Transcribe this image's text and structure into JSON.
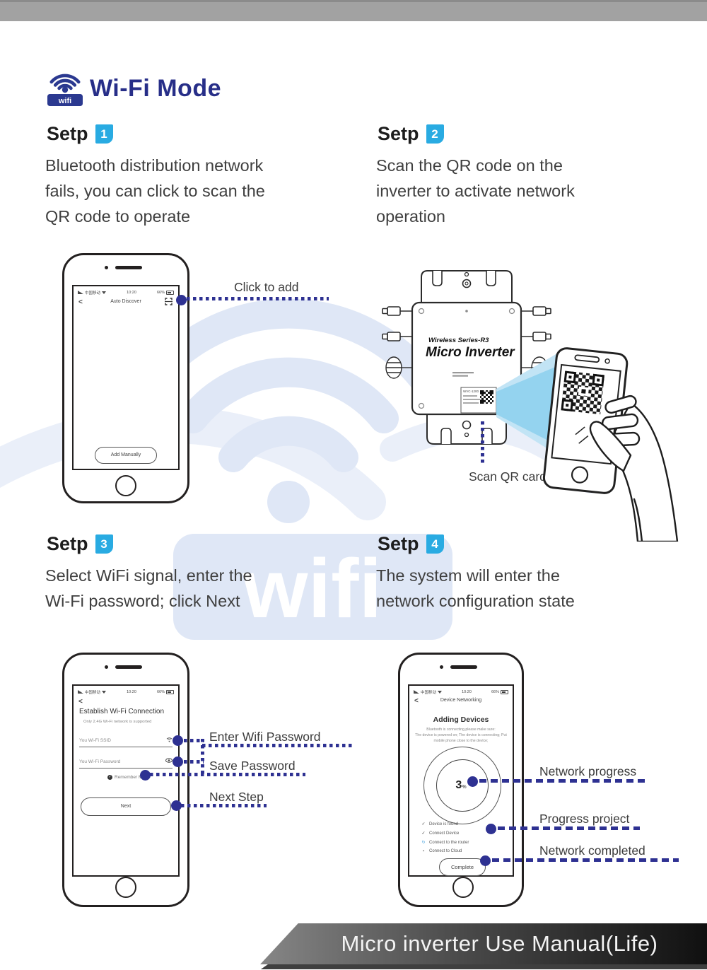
{
  "header": {
    "title": "Wi-Fi Mode",
    "badge": "wifi"
  },
  "steps": [
    {
      "label": "Setp",
      "num": "1",
      "lines": [
        "Bluetooth distribution network",
        "fails, you can click to scan the",
        "QR code to operate"
      ]
    },
    {
      "label": "Setp",
      "num": "2",
      "lines": [
        "Scan the QR code on the",
        "inverter to activate network",
        "operation"
      ]
    },
    {
      "label": "Setp",
      "num": "3",
      "lines": [
        "Select WiFi signal, enter the",
        "Wi-Fi password; click Next"
      ]
    },
    {
      "label": "Setp",
      "num": "4",
      "lines": [
        "The system will enter the",
        "network configuration state"
      ]
    }
  ],
  "status": {
    "carrier": "中国移动",
    "time": "10:20",
    "battery": "66%"
  },
  "phone_discover": {
    "back": "<",
    "title": "Auto Discover",
    "add_manually": "Add Manually"
  },
  "inverter": {
    "series": "Wireless Series-R3",
    "name": "Micro Inverter",
    "label": "WVC-1200"
  },
  "phone_wifi": {
    "back": "<",
    "title": "Establish Wi-Fi Connection",
    "subtitle": "Only 2.4G Wi-Fi network is supported",
    "ssid": "You Wi-Fi SSID",
    "password": "You Wi-Fi Password",
    "remember": "Remember Me",
    "next": "Next"
  },
  "phone_networking": {
    "back": "<",
    "title": "Device Networking",
    "heading": "Adding Devices",
    "hint1": "Bluetooth is connecting,please make sure:",
    "hint2": "The device is powered on; The device is connecting; Put",
    "hint3": "mobile phone close to the device;",
    "progress": "3",
    "unit": "%",
    "checklist": [
      "Device is found",
      "Connect Device",
      "Connect to the router",
      "Connect to Cloud"
    ],
    "complete": "Complete"
  },
  "annotations": {
    "click_to_add": "Click to add",
    "scan_qr_card": "Scan QR card",
    "enter_wifi_password": "Enter Wifi Password",
    "save_password": "Save Password",
    "next_step": "Next Step",
    "network_progress": "Network progress",
    "progress_project": "Progress project",
    "network_completed": "Network completed"
  },
  "watermark": {
    "text": "wifi"
  },
  "footer": {
    "text": "Micro inverter Use Manual(Life)"
  },
  "colors": {
    "accent_blue": "#29abe2",
    "navy": "#2e3192",
    "header_blue": "#272e88",
    "watermark_blue": "#dfe7f6"
  }
}
